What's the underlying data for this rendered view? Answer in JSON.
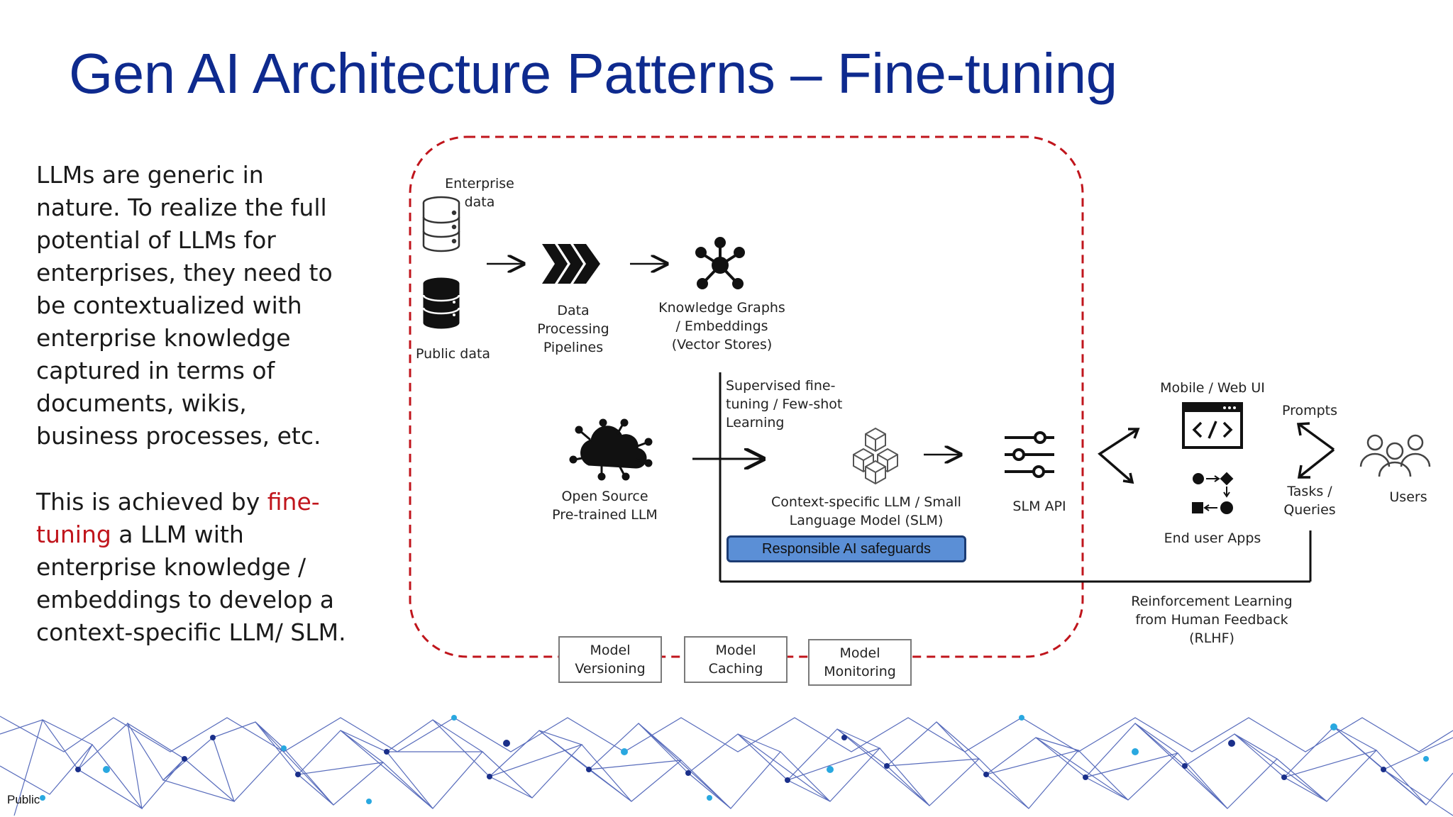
{
  "slide": {
    "title": "Gen AI Architecture Patterns – Fine-tuning",
    "paragraph1": "LLMs are generic in nature. To realize the full potential of LLMs for enterprises, they need to be contextualized with enterprise knowledge captured in terms of documents, wikis, business processes, etc.",
    "paragraph2_before": "This is achieved by ",
    "paragraph2_highlight": "fine-tuning",
    "paragraph2_after": " a LLM with enterprise knowledge / embeddings to develop a context-specific LLM/ SLM.",
    "footer": "Public"
  },
  "diagram": {
    "enterprise_data": "Enterprise data",
    "public_data": "Public data",
    "data_processing": "Data Processing Pipelines",
    "knowledge_graphs": "Knowledge Graphs / Embeddings (Vector Stores)",
    "supervised": "Supervised fine-tuning / Few-shot Learning",
    "open_source": "Open Source Pre-trained LLM",
    "context_llm": "Context-specific LLM / Small Language Model (SLM)",
    "responsible_ai": "Responsible AI safeguards",
    "slm_api": "SLM API",
    "mobile_web": "Mobile / Web UI",
    "end_user_apps": "End user Apps",
    "prompts": "Prompts",
    "tasks_queries": "Tasks / Queries",
    "users": "Users",
    "rlhf": "Reinforcement Learning from Human Feedback (RLHF)",
    "model_versioning": "Model Versioning",
    "model_caching": "Model Caching",
    "model_monitoring": "Model Monitoring"
  },
  "colors": {
    "title": "#0e2a8e",
    "highlight": "#c0151c",
    "dashed_border": "#c0151c",
    "rai_fill": "#5b8fd6",
    "network": "#2a3f9e"
  }
}
